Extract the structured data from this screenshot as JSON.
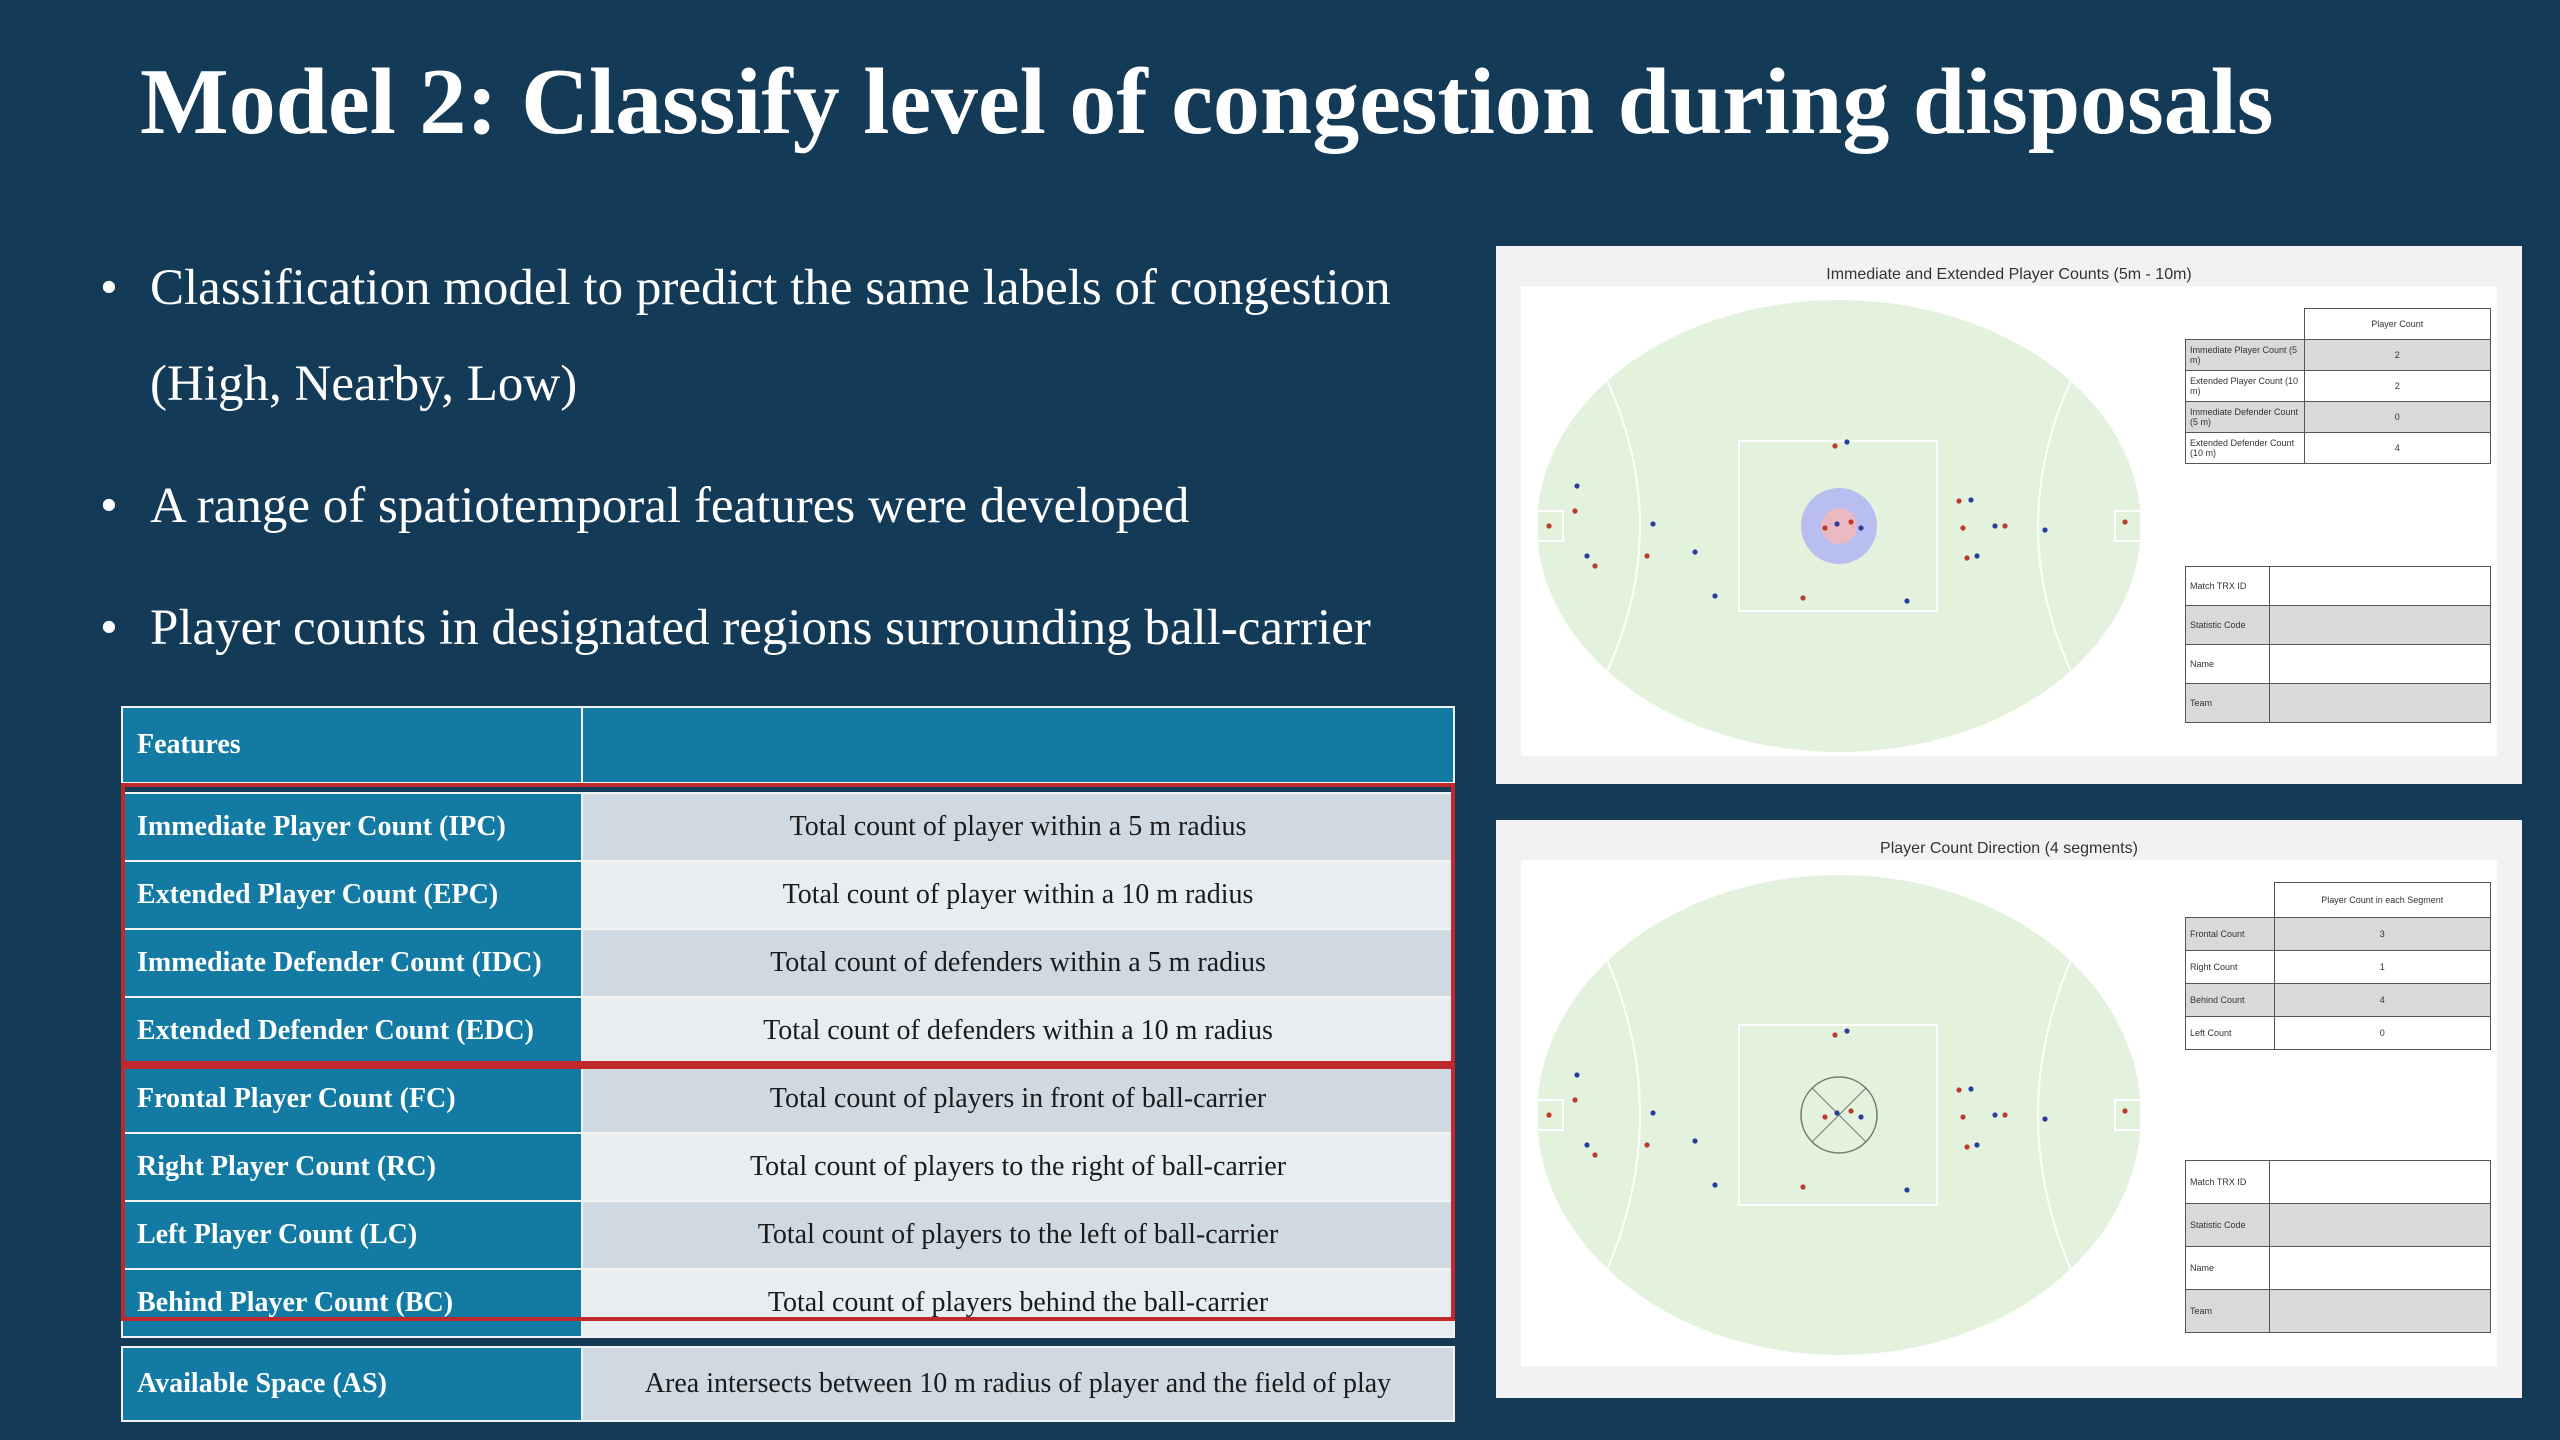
{
  "slide": {
    "title": "Model 2: Classify level of congestion during disposals",
    "bullet_symbol": "•",
    "bullets": [
      "Classification model to predict the same labels of congestion (High, Nearby, Low)",
      "A range of spatiotemporal features were developed",
      "Player counts in designated regions surrounding ball-carrier"
    ]
  },
  "features_table": {
    "header": [
      "Features",
      ""
    ],
    "rows": [
      {
        "name": "Immediate Player Count (IPC)",
        "desc": "Total count of player within a 5 m radius"
      },
      {
        "name": "Extended Player Count (EPC)",
        "desc": "Total count of player within a 10 m radius"
      },
      {
        "name": "Immediate Defender Count (IDC)",
        "desc": "Total count of defenders within a 5 m radius"
      },
      {
        "name": "Extended Defender Count (EDC)",
        "desc": "Total count of defenders within a 10 m radius"
      },
      {
        "name": "Frontal Player Count (FC)",
        "desc": "Total count of players in front of ball-carrier"
      },
      {
        "name": "Right Player Count (RC)",
        "desc": "Total count of players to the right of ball-carrier"
      },
      {
        "name": "Left Player Count (LC)",
        "desc": "Total count of players to the left of ball-carrier"
      },
      {
        "name": "Behind Player Count (BC)",
        "desc": "Total count of players behind the ball-carrier"
      },
      {
        "name": "Available Space (AS)",
        "desc": "Area intersects between 10 m radius of player and the field of play"
      }
    ]
  },
  "panel1": {
    "title": "Immediate and Extended Player Counts (5m - 10m)",
    "count_header": "Player Count",
    "counts": [
      {
        "label": "Immediate Player Count (5 m)",
        "value": "2"
      },
      {
        "label": "Extended Player Count (10 m)",
        "value": "2"
      },
      {
        "label": "Immediate Defender Count (5 m)",
        "value": "0"
      },
      {
        "label": "Extended Defender Count (10 m)",
        "value": "4"
      }
    ],
    "info_labels": [
      "Match TRX ID",
      "Statistic Code",
      "Name",
      "Team"
    ]
  },
  "panel2": {
    "title": "Player Count Direction (4 segments)",
    "count_header": "Player Count in each Segment",
    "counts": [
      {
        "label": "Frontal Count",
        "value": "3"
      },
      {
        "label": "Right Count",
        "value": "1"
      },
      {
        "label": "Behind Count",
        "value": "4"
      },
      {
        "label": "Left Count",
        "value": "0"
      }
    ],
    "info_labels": [
      "Match TRX ID",
      "Statistic Code",
      "Name",
      "Team"
    ]
  },
  "colors": {
    "background": "#133a56",
    "table_header": "#127aa3",
    "highlight_box": "#c0292c",
    "field": "#e3f2dc",
    "team_red": "#c0392b",
    "team_blue": "#2c3e9c"
  }
}
